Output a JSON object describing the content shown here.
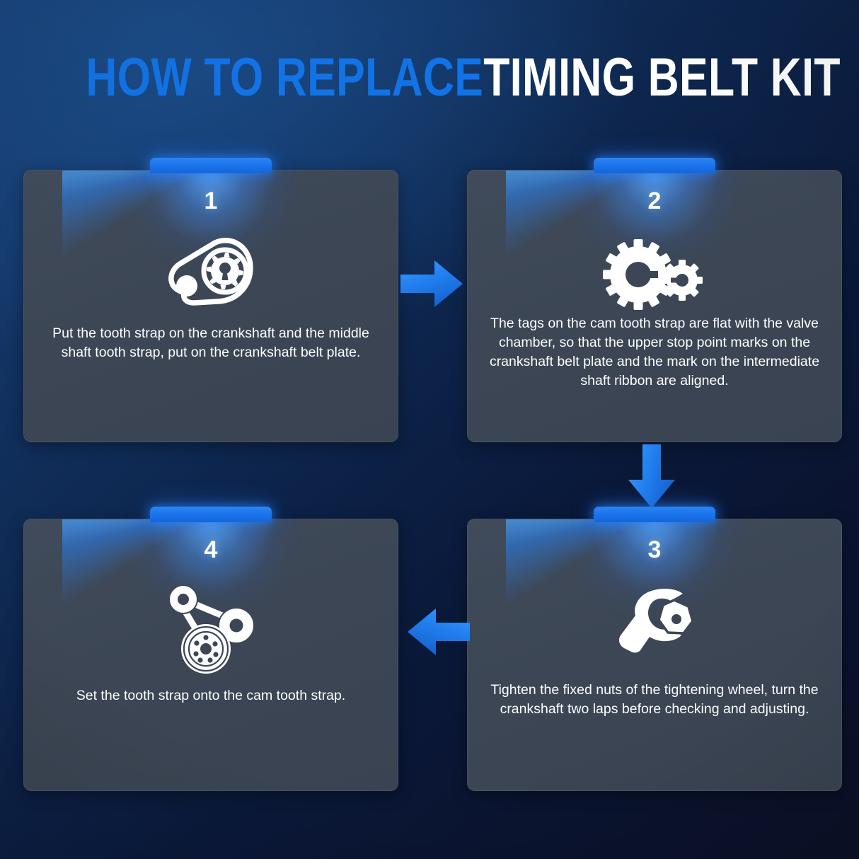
{
  "title": {
    "part_blue": "HOW TO REPLACE",
    "part_white": "TIMING BELT KIT"
  },
  "colors": {
    "accent_blue": "#1273e6",
    "arrow_blue": "#2283f0",
    "tab_blue": "#1a72ea",
    "card_bg": "#3c4654",
    "background_top_left": "#17407a",
    "background_bottom_right": "#0b1026",
    "text_white": "#ffffff"
  },
  "steps": [
    {
      "number": "1",
      "icon": "timing-belt-icon",
      "text": "Put the tooth strap on the crankshaft and the middle shaft tooth strap, put on the crankshaft belt plate."
    },
    {
      "number": "2",
      "icon": "two-gears-icon",
      "text": "The tags on the cam tooth strap are flat with the valve chamber, so that the upper stop point marks on the crankshaft belt plate and the mark on the intermediate shaft ribbon are aligned."
    },
    {
      "number": "3",
      "icon": "wrench-nut-icon",
      "text": "Tighten the fixed nuts of the tightening wheel, turn the crankshaft two laps before checking and adjusting."
    },
    {
      "number": "4",
      "icon": "serpentine-belt-pulleys-icon",
      "text": "Set the tooth strap onto the cam tooth strap."
    }
  ],
  "arrows": [
    {
      "name": "arrow-step1-to-step2",
      "direction": "right"
    },
    {
      "name": "arrow-step2-to-step3",
      "direction": "down"
    },
    {
      "name": "arrow-step3-to-step4",
      "direction": "left"
    }
  ]
}
